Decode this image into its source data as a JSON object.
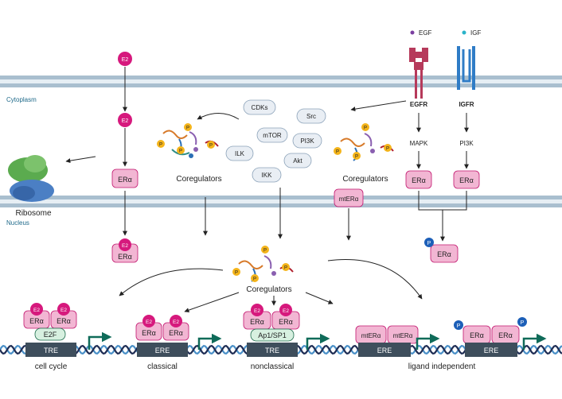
{
  "compartments": {
    "cytoplasm": "Cytoplasm",
    "nucleus": "Nucleus"
  },
  "ligands": {
    "e2": "E2",
    "egf": "EGF",
    "igf": "IGF"
  },
  "receptors": {
    "egfr": "EGFR",
    "igfr": "IGFR",
    "er_alpha": "ERα",
    "mt_er_alpha": "mtERα"
  },
  "kinases": [
    "CDKs",
    "Src",
    "mTOR",
    "PI3K",
    "ILK",
    "Akt",
    "IKK"
  ],
  "pathways": {
    "mapk": "MAPK",
    "pi3k": "PI3K"
  },
  "labels": {
    "coregulators": "Coregulators",
    "ribosome": "Ribosome",
    "phospho": "P"
  },
  "dna_elements": {
    "tre": "TRE",
    "ere": "ERE",
    "e2f": "E2F",
    "ap1_sp1": "Ap1/SP1"
  },
  "mechanisms": {
    "cell_cycle": "cell cycle",
    "classical": "classical",
    "nonclassical": "nonclassical",
    "ligand_independent": "ligand independent"
  },
  "colors": {
    "membrane": "#a9bfcf",
    "er_fill": "#f2b6d3",
    "er_stroke": "#c2166f",
    "e2_fill": "#d6197d",
    "phospho": "#1c5fb8",
    "kinase_fill": "#e9eef4",
    "egfr": "#b63a5b",
    "igfr": "#2f7cc6",
    "promoter_arrow": "#0f6b59",
    "dna_dark": "#1f2d54",
    "dna_light": "#4a90c8"
  }
}
